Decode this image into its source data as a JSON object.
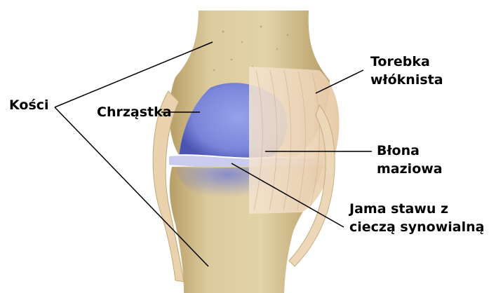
{
  "colors": {
    "bone": "#d8c79a",
    "bone_shadow": "#b49a63",
    "cartilage": "#7f8fe6",
    "capsule": "#f0dcc6",
    "leader_line": "#000000",
    "label_text": "#000000"
  },
  "labels": {
    "bones": "Kości",
    "cartilage": "Chrząstka",
    "fibrous_capsule": [
      "Torebka",
      "włóknista"
    ],
    "synovial_membrane": [
      "Błona",
      "maziowa"
    ],
    "joint_cavity": [
      "Jama stawu z",
      "cieczą synowialną"
    ]
  }
}
